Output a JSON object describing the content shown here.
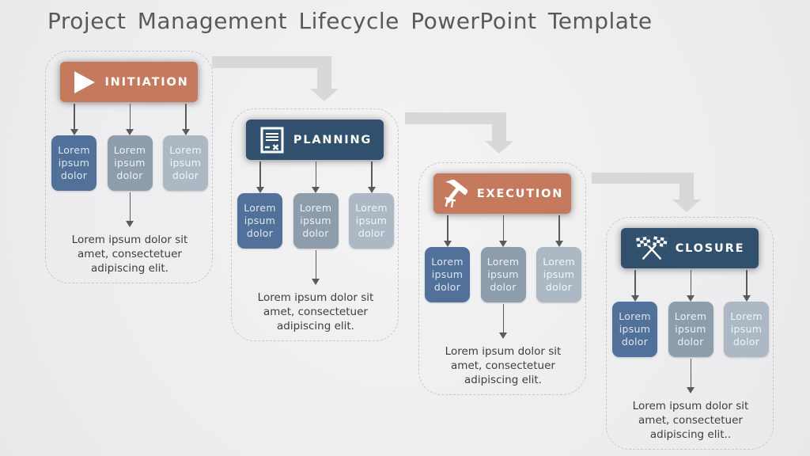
{
  "slide": {
    "title": "Project Management Lifecycle PowerPoint Template"
  },
  "colors": {
    "background": "#efeff0",
    "title_text": "#58595b",
    "caption_text": "#3e3e3e",
    "accent_orange": "#c57a5e",
    "accent_navy": "#31506e",
    "box_dark_blue": "#52719a",
    "box_medium_gray_blue": "#8d9dac",
    "box_light_gray_blue": "#acb9c4",
    "connector_gray": "#d8d8d8",
    "thin_arrow_gray": "#5a5a5a"
  },
  "stages": [
    {
      "name": "initiation",
      "label": "INITIATION",
      "icon": "play-icon",
      "banner_color": "#c57a5e",
      "boxes": [
        "Lorem\nipsum\ndolor",
        "Lorem\nipsum\ndolor",
        "Lorem\nipsum\ndolor"
      ],
      "caption": "Lorem ipsum dolor sit\namet, consectetuer\nadipiscing elit."
    },
    {
      "name": "planning",
      "label": "PLANNING",
      "icon": "document-icon",
      "banner_color": "#31506e",
      "boxes": [
        "Lorem\nipsum\ndolor",
        "Lorem\nipsum\ndolor",
        "Lorem\nipsum\ndolor"
      ],
      "caption": "Lorem ipsum dolor sit\namet, consectetuer\nadipiscing elit."
    },
    {
      "name": "execution",
      "label": "EXECUTION",
      "icon": "hammer-nails-icon",
      "banner_color": "#c57a5e",
      "boxes": [
        "Lorem\nipsum\ndolor",
        "Lorem\nipsum\ndolor",
        "Lorem\nipsum\ndolor"
      ],
      "caption": "Lorem ipsum dolor sit\namet, consectetuer\nadipiscing elit."
    },
    {
      "name": "closure",
      "label": "CLOSURE",
      "icon": "checkered-flags-icon",
      "banner_color": "#31506e",
      "boxes": [
        "Lorem\nipsum\ndolor",
        "Lorem\nipsum\ndolor",
        "Lorem\nipsum\ndolor"
      ],
      "caption": "Lorem ipsum dolor sit\namet, consectetuer\nadipiscing elit.."
    }
  ]
}
